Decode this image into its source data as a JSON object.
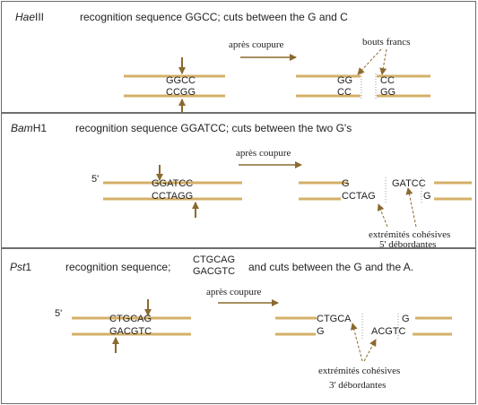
{
  "panels": [
    {
      "enzyme_italic": "Hae",
      "enzyme_rest": "III",
      "description": "recognition sequence GGCC; cuts between the G and C",
      "arrow_label": "après coupure",
      "result_label": "bouts francs",
      "before_top": "GGCC",
      "before_bottom": "CCGG",
      "after_left_top": "GG",
      "after_left_bottom": "CC",
      "after_right_top": "CC",
      "after_right_bottom": "GG"
    },
    {
      "enzyme_italic": "Bam",
      "enzyme_rest": "H1",
      "description": "recognition sequence GGATCC; cuts between the two G's",
      "arrow_label": "après coupure",
      "five_prime": "5'",
      "result_label_1": "extrémités cohésives",
      "result_label_2": "5' débordantes",
      "before_top": "GGATCC",
      "before_bottom": "CCTAGG",
      "after_left_top": "G",
      "after_left_bottom": "CCTAG",
      "after_right_top": "GATCC",
      "after_right_bottom": "G"
    },
    {
      "enzyme_italic": "Pst",
      "enzyme_rest": "1",
      "description_prefix": "recognition sequence;",
      "seq_top": "CTGCAG",
      "seq_bottom": "GACGTC",
      "description_suffix": "and cuts between the G and the A.",
      "arrow_label": "après coupure",
      "five_prime": "5'",
      "result_label_1": "extrémités cohésives",
      "result_label_2": "3' débordantes",
      "before_top": "CTGCAG",
      "before_bottom": "GACGTC",
      "after_left_top": "CTGCA",
      "after_left_bottom": "G",
      "after_right_top": "G",
      "after_right_bottom": "ACGTC"
    }
  ],
  "colors": {
    "strand": "#d4b068",
    "arrow": "#8a6a2e",
    "border": "#6e6e6e"
  }
}
